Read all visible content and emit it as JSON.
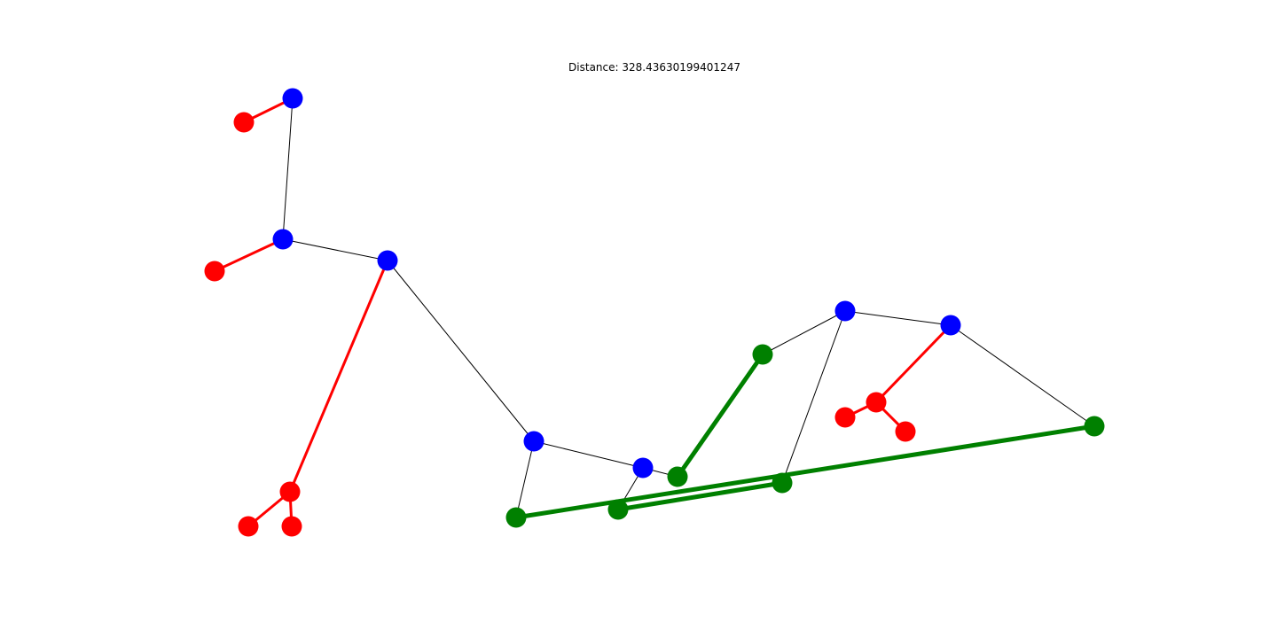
{
  "title": "Distance: 328.43630199401247",
  "colors": {
    "blue": "#0000ff",
    "red": "#ff0000",
    "green": "#008000",
    "black": "#000000"
  },
  "nodes": [
    {
      "id": "b1",
      "color": "blue"
    },
    {
      "id": "b2",
      "color": "blue"
    },
    {
      "id": "b3",
      "color": "blue"
    },
    {
      "id": "b4",
      "color": "blue"
    },
    {
      "id": "b5",
      "color": "blue"
    },
    {
      "id": "b6",
      "color": "blue"
    },
    {
      "id": "b7",
      "color": "blue"
    },
    {
      "id": "r1",
      "color": "red"
    },
    {
      "id": "r2",
      "color": "red"
    },
    {
      "id": "r3",
      "color": "red"
    },
    {
      "id": "r4",
      "color": "red"
    },
    {
      "id": "r5",
      "color": "red"
    },
    {
      "id": "r6",
      "color": "red"
    },
    {
      "id": "r7",
      "color": "red"
    },
    {
      "id": "r8",
      "color": "red"
    },
    {
      "id": "g1",
      "color": "green"
    },
    {
      "id": "g2",
      "color": "green"
    },
    {
      "id": "g3",
      "color": "green"
    },
    {
      "id": "g4",
      "color": "green"
    },
    {
      "id": "g5",
      "color": "green"
    },
    {
      "id": "g6",
      "color": "green"
    }
  ],
  "edges": [
    {
      "from": "b1",
      "to": "b2",
      "color": "black",
      "style": "thin"
    },
    {
      "from": "b2",
      "to": "b3",
      "color": "black",
      "style": "thin"
    },
    {
      "from": "b3",
      "to": "b4",
      "color": "black",
      "style": "thin"
    },
    {
      "from": "b4",
      "to": "b5",
      "color": "black",
      "style": "thin"
    },
    {
      "from": "b4",
      "to": "g1",
      "color": "black",
      "style": "thin"
    },
    {
      "from": "b5",
      "to": "g2",
      "color": "black",
      "style": "thin"
    },
    {
      "from": "b5",
      "to": "g3",
      "color": "black",
      "style": "thin"
    },
    {
      "from": "g4",
      "to": "b6",
      "color": "black",
      "style": "thin"
    },
    {
      "from": "b6",
      "to": "b7",
      "color": "black",
      "style": "thin"
    },
    {
      "from": "b6",
      "to": "g5",
      "color": "black",
      "style": "thin"
    },
    {
      "from": "b7",
      "to": "g6",
      "color": "black",
      "style": "thin"
    },
    {
      "from": "r1",
      "to": "b1",
      "color": "red",
      "style": "medium"
    },
    {
      "from": "r2",
      "to": "b2",
      "color": "red",
      "style": "medium"
    },
    {
      "from": "b3",
      "to": "r3",
      "color": "red",
      "style": "medium"
    },
    {
      "from": "r3",
      "to": "r4",
      "color": "red",
      "style": "medium"
    },
    {
      "from": "r3",
      "to": "r5",
      "color": "red",
      "style": "medium"
    },
    {
      "from": "b7",
      "to": "r6",
      "color": "red",
      "style": "medium"
    },
    {
      "from": "r6",
      "to": "r7",
      "color": "red",
      "style": "medium"
    },
    {
      "from": "r6",
      "to": "r8",
      "color": "red",
      "style": "medium"
    },
    {
      "from": "g1",
      "to": "g6",
      "color": "green",
      "style": "thick"
    },
    {
      "from": "g2",
      "to": "g5",
      "color": "green",
      "style": "thick"
    },
    {
      "from": "g3",
      "to": "g4",
      "color": "green",
      "style": "thick"
    }
  ]
}
